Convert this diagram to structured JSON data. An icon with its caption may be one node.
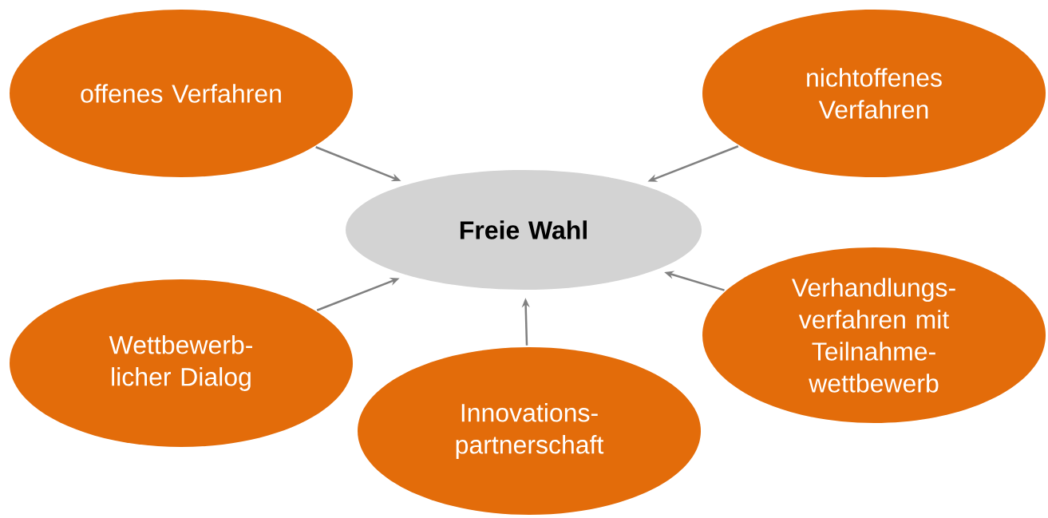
{
  "diagram": {
    "nodes": [
      {
        "text": [
          "offenes Verfahren"
        ]
      },
      {
        "text": [
          "nichtoffenes Verfahren"
        ]
      },
      {
        "text": [
          "Freie Wahl"
        ]
      },
      {
        "text": [
          "Verhandlungs- verfahren mit Teilnahme- wettbewerb"
        ]
      },
      {
        "text": [
          "Wettbewerb- licher Dialog"
        ]
      },
      {
        "text": [
          "Innovations- partnerschaft"
        ]
      }
    ],
    "edges": [
      {
        "from": 0,
        "to": 2,
        "arrow": "to"
      },
      {
        "from": 1,
        "to": 2,
        "arrow": "to"
      },
      {
        "from": 3,
        "to": 2,
        "arrow": "to"
      },
      {
        "from": 4,
        "to": 2,
        "arrow": "to"
      },
      {
        "from": 5,
        "to": 2,
        "arrow": "to"
      }
    ]
  }
}
